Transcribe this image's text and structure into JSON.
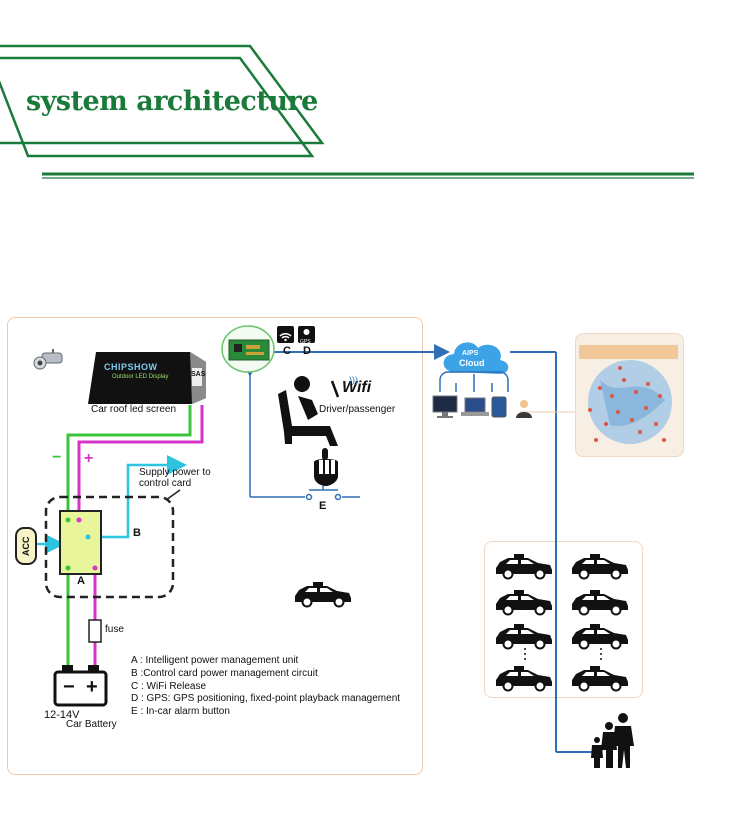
{
  "header": {
    "title": "system architecture"
  },
  "led_screen": {
    "brand": "CHIPSHOW",
    "subtitle": "Outdoor LED Display",
    "side_tag": "SAS",
    "label": "Car roof led screen"
  },
  "gps_tags": {
    "c": "C",
    "d": "D",
    "gps_icon_text": "GPS"
  },
  "cloud": {
    "label_line1": "AIPS",
    "label_line2": "Cloud"
  },
  "driver": {
    "wifi_label": "Wifi",
    "label": "Driver/passenger"
  },
  "alarm": {
    "label": "E"
  },
  "wiring": {
    "minus_sign": "−",
    "plus_sign": "+",
    "supply_label_line1": "Supply power to",
    "supply_label_line2": "control card",
    "acc_label": "ACC",
    "b_label": "B",
    "a_label": "A",
    "fuse_label": "fuse",
    "battery_voltage": "12-14V",
    "battery_label": "Car Battery",
    "battery_minus": "−",
    "battery_plus": "+"
  },
  "legend": [
    "A : Intelligent power management unit",
    "B :Control card power management circuit",
    "C : WiFi Release",
    "D : GPS: GPS positioning, fixed-point playback management",
    "E : In-car alarm button"
  ],
  "colors": {
    "title_green": "#1a7a3a",
    "panel_border": "#f2c9a8",
    "wire_green": "#39c43a",
    "wire_magenta": "#d633c7",
    "wire_cyan": "#2ec4e0",
    "network_blue": "#2f6fb5",
    "pcb_green": "#2a8a3a",
    "unit_fill": "#e9f59a"
  }
}
